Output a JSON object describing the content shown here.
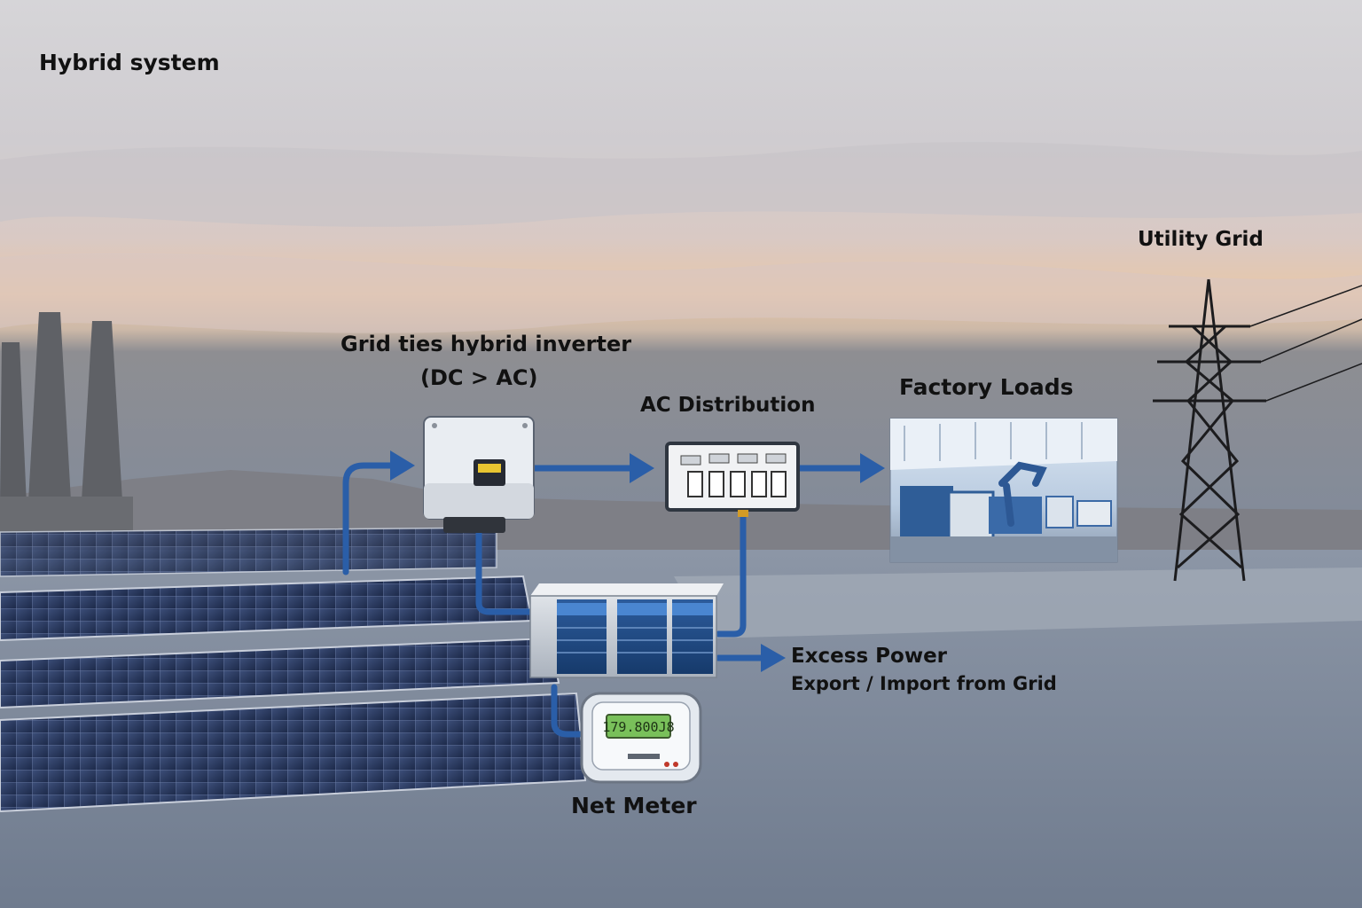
{
  "title": "Hybrid system",
  "labels": {
    "utility_grid": "Utility Grid",
    "inverter_line1": "Grid ties hybrid inverter",
    "inverter_line2": "(DC > AC)",
    "ac_distribution": "AC Distribution",
    "factory_loads": "Factory Loads",
    "excess_line1": "Excess Power",
    "excess_line2": "Export / Import from Grid",
    "net_meter": "Net Meter"
  },
  "meter_reading": "179.800J8",
  "colors": {
    "flow_blue": "#2a5ea8",
    "equipment_blue": "#1f4f8f",
    "label_text": "#111111"
  },
  "icons": [
    "solar-panel-array-icon",
    "smokestack-icon",
    "transmission-tower-icon",
    "inverter-icon",
    "ac-distribution-panel-icon",
    "battery-storage-icon",
    "net-meter-icon",
    "factory-icon"
  ]
}
